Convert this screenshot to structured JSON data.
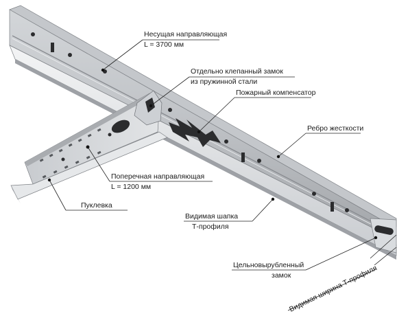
{
  "labels": {
    "main_runner": "Несущая направляющая",
    "main_runner_length": "L = 3700 мм",
    "riveted_lock_1": "Отдельно клепанный замок",
    "riveted_lock_2": "из пружинной стали",
    "fire_compensator": "Пожарный компенсатор",
    "stiffening_rib": "Ребро жесткости",
    "cross_runner": "Поперечная направляющая",
    "cross_runner_length": "L = 1200 мм",
    "puklevka": "Пуклевка",
    "visible_cap_1": "Видимая шапка",
    "visible_cap_2": "Т-профиля",
    "punched_lock_1": "Цельновырубленный",
    "punched_lock_2": "замок",
    "visible_width": "Видимая ширина Т-профиля"
  },
  "colors": {
    "metal_light": "#e4e6e8",
    "metal_mid": "#b9bcc0",
    "metal_dark": "#8d9095",
    "hole": "#2b2c2e"
  }
}
